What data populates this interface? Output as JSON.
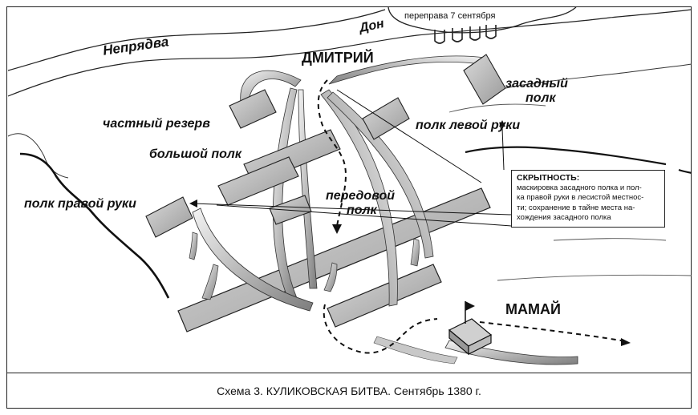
{
  "labels": {
    "don": "Дон",
    "nepryadva": "Непрядва",
    "crossing": "переправа 7 сентября",
    "dmitry": "ДМИТРИЙ",
    "zasadny": "засадный",
    "polk": "полк",
    "chastny_rezerv": "частный резерв",
    "polk_levoy_ruki": "полк левой руки",
    "bolshoy_polk": "большой полк",
    "peredovoy": "передовой",
    "peredovoy_polk": "полк",
    "polk_pravoy_ruki": "полк правой руки",
    "mamay": "МАМАЙ"
  },
  "note": {
    "title": "СКРЫТНОСТЬ:",
    "lines": [
      "маскировка засадного полка и пол-",
      "ка правой руки в лесистой местнос-",
      "ти; сохранение в тайне места на-",
      "хождения засадного полка"
    ]
  },
  "caption": "Схема 3. КУЛИКОВСКАЯ БИТВА. Сентябрь 1380 г.",
  "colors": {
    "ink": "#111111",
    "shade": "#8a8a8a",
    "light": "#cfcfcf",
    "paper": "#ffffff"
  }
}
